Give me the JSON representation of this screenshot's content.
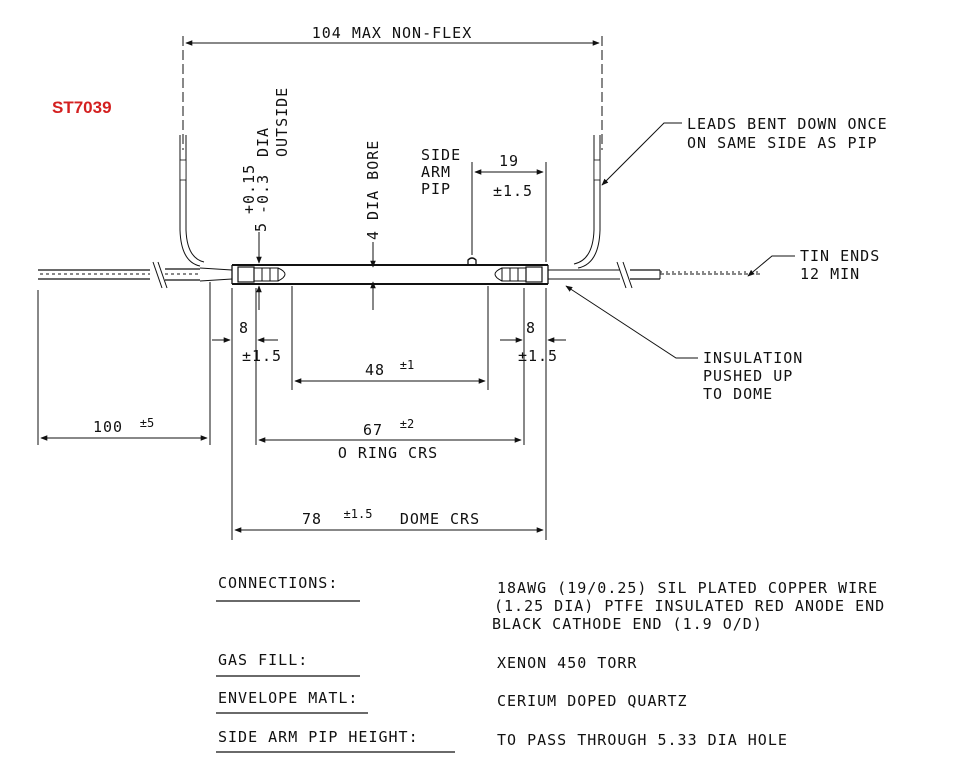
{
  "part_code": "ST7039",
  "part_code_color": "#d42020",
  "dims": {
    "non_flex": "104 MAX NON-FLEX",
    "outside_dia_label": "DIA",
    "outside_dia_label2": "OUTSIDE",
    "outside_dia_tol_plus": "+0.15",
    "outside_dia_tol_minus": "-0.3",
    "outside_dia_value": "5",
    "bore": "4 DIA BORE",
    "side_arm_pip": [
      "SIDE",
      "ARM",
      "PIP"
    ],
    "pip_dist": "19",
    "pip_tol": "±1.5",
    "left_end": "8",
    "left_end_tol": "±1.5",
    "right_end": "8",
    "right_end_tol": "±1.5",
    "bore_len": "48",
    "bore_len_tol": "±1",
    "lead_len": "100",
    "lead_len_tol": "±5",
    "oring": "67",
    "oring_tol": "±2",
    "oring_label": "O RING CRS",
    "dome": "78",
    "dome_tol": "±1.5",
    "dome_label": "DOME CRS"
  },
  "notes": {
    "leads_bent": [
      "LEADS BENT DOWN ONCE",
      "ON SAME SIDE AS PIP"
    ],
    "tin_ends": [
      "TIN ENDS",
      "12 MIN"
    ],
    "insulation": [
      "INSULATION",
      "PUSHED UP",
      "TO DOME"
    ]
  },
  "specs": [
    {
      "label": "CONNECTIONS:",
      "lines": [
        "18AWG (19/0.25) SIL PLATED COPPER WIRE",
        "(1.25 DIA) PTFE INSULATED RED ANODE END",
        "BLACK CATHODE END (1.9 O/D)"
      ]
    },
    {
      "label": "GAS FILL:",
      "lines": [
        "XENON 450 TORR"
      ]
    },
    {
      "label": "ENVELOPE MATL:",
      "lines": [
        "CERIUM DOPED QUARTZ"
      ]
    },
    {
      "label": "SIDE ARM PIP HEIGHT:",
      "lines": [
        "TO PASS THROUGH 5.33 DIA HOLE"
      ]
    }
  ]
}
